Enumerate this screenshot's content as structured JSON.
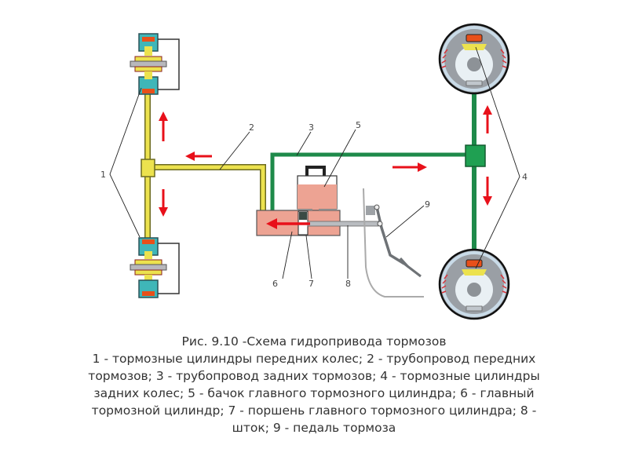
{
  "figure": {
    "labels": {
      "1": "1",
      "2": "2",
      "3": "3",
      "4": "4",
      "5": "5",
      "6": "6",
      "7": "7",
      "8": "8",
      "9": "9"
    },
    "colors": {
      "front_line": "#e8e04a",
      "rear_line": "#1e8a4a",
      "fluid": "#eda393",
      "arrow": "#e8101a",
      "cylinder_body": "#3fb6b8",
      "drum": "#9a9fa5"
    }
  },
  "caption": {
    "title": "Рис. 9.10 -Схема гидропривода тормозов",
    "lines": [
      "1 - тормозные цилиндры передних колес; 2 - трубопровод передних",
      "тормозов; 3 - трубопровод задних тормозов; 4 - тормозные цилиндры",
      "задних колес; 5 - бачок главного тормозного цилиндра; 6 - главный",
      "тормозной цилиндр; 7 - поршень главного тормозного цилиндра; 8 -",
      "шток; 9 - педаль тормоза"
    ]
  }
}
